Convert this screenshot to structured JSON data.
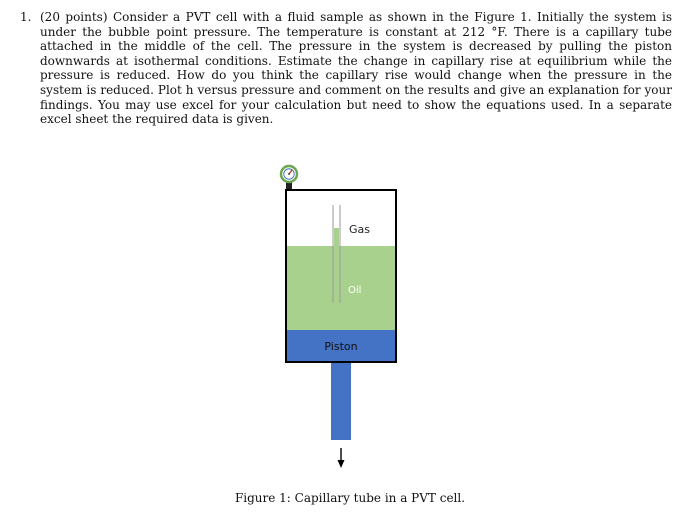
{
  "problem": {
    "number": "1.",
    "text": "(20 points) Consider a PVT cell with a fluid sample as shown in the Figure 1. Initially the system is under the bubble point pressure. The temperature is constant at 212 °F. There is a capillary tube attached in the middle of the cell. The pressure in the system is decreased by pulling the piston downwards at isothermal conditions. Estimate the change in capillary rise at equilibrium while the pressure is reduced. How do you think the capillary rise would change when the pressure in the system is reduced. Plot h versus pressure and comment on the results and give an explanation for your findings. You may use excel for your calculation but need to show the equations used. In a separate excel sheet the required data is given."
  },
  "figure": {
    "labels": {
      "gas": "Gas",
      "oil": "Oil",
      "piston": "Piston"
    },
    "caption": "Figure 1: Capillary tube in a PVT cell.",
    "icons": {
      "gauge": "pressure-gauge-icon",
      "arrow": "arrow-down-icon"
    },
    "colors": {
      "oil": "#a9d18e",
      "piston": "#4472c4",
      "gas": "#ffffff",
      "outline": "#000000",
      "gauge_ring": "#6aa84f",
      "gauge_needle": "#c0392b"
    }
  }
}
